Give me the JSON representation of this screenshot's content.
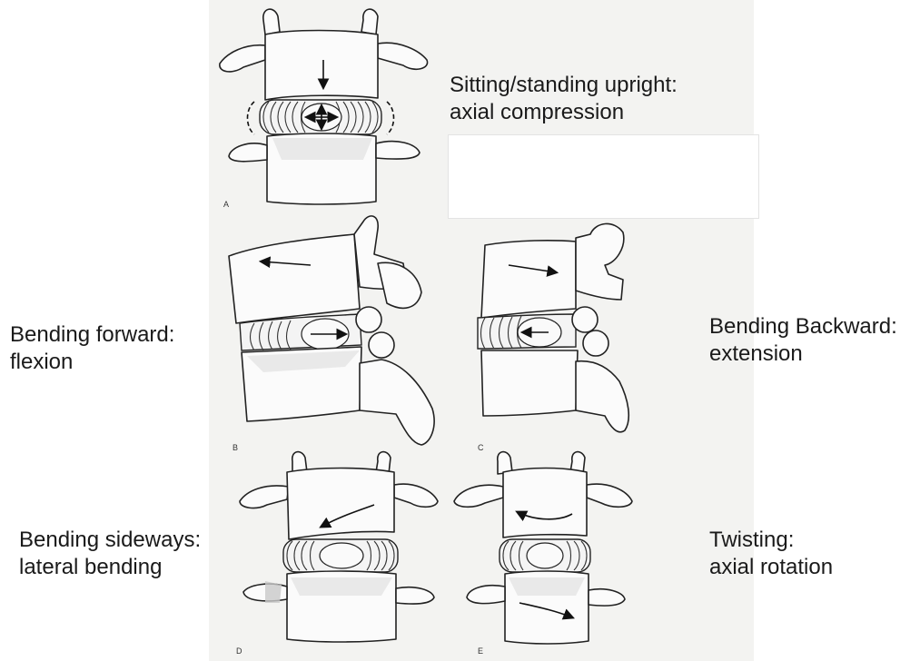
{
  "labels": {
    "axial": {
      "line1": "Sitting/standing upright:",
      "line2": "axial compression"
    },
    "flexion": {
      "line1": "Bending forward:",
      "line2": "flexion"
    },
    "extension": {
      "line1": "Bending Backward:",
      "line2": "extension"
    },
    "lateral": {
      "line1": "Bending sideways:",
      "line2": "lateral bending"
    },
    "rotation": {
      "line1": "Twisting:",
      "line2": "axial rotation"
    }
  },
  "panel_letters": {
    "a": "A",
    "b": "B",
    "c": "C",
    "d": "D",
    "e": "E"
  }
}
